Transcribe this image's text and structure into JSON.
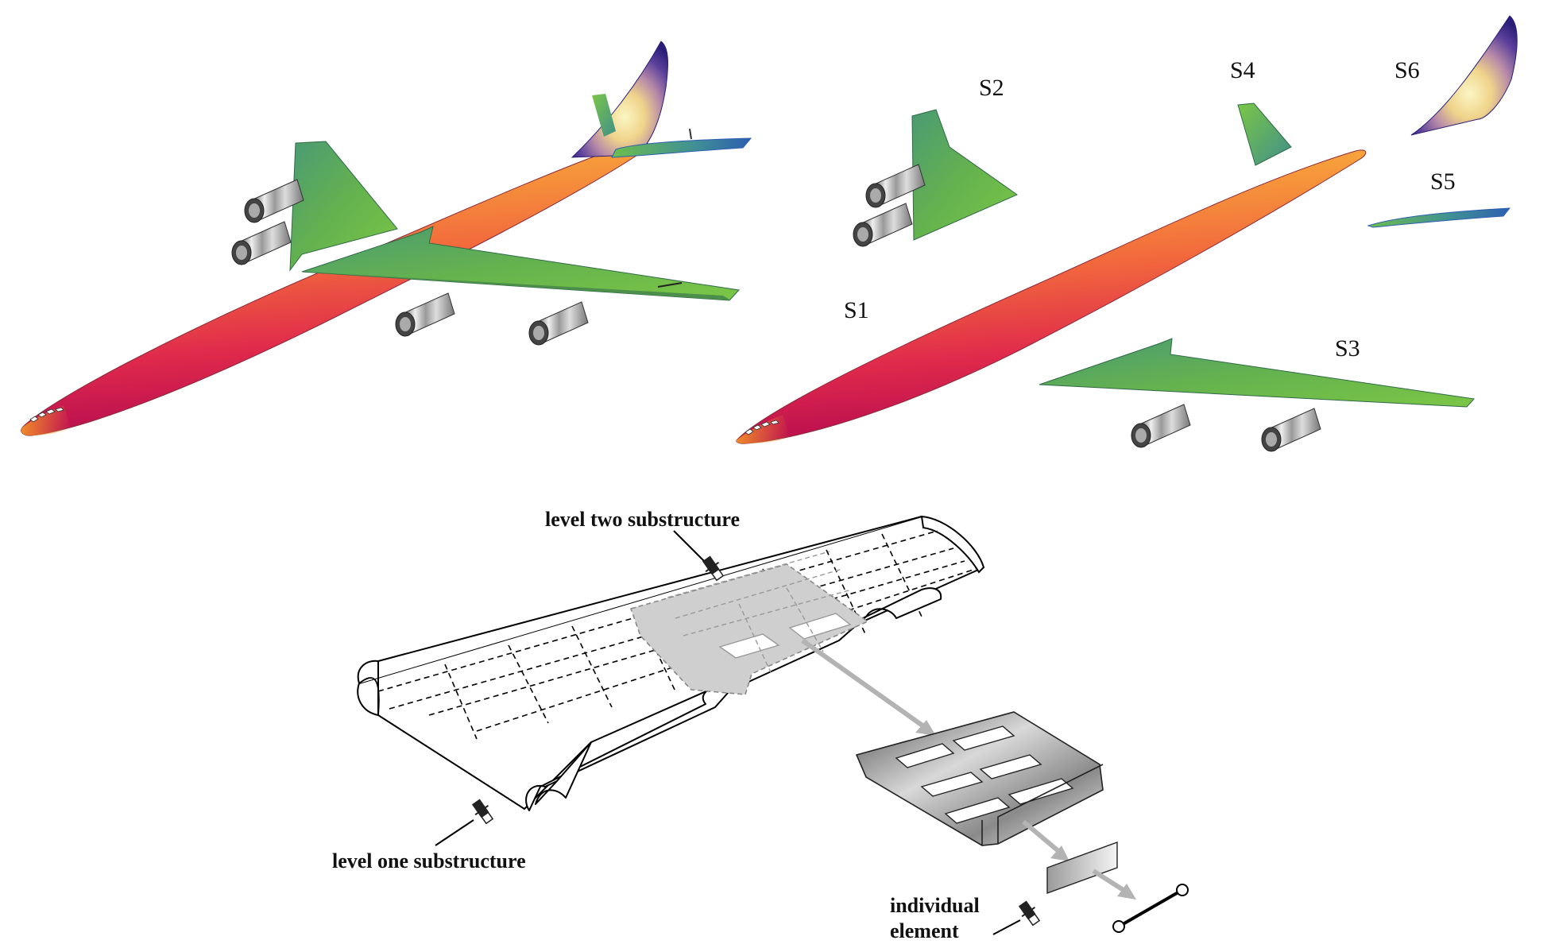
{
  "labels": {
    "s1": "S1",
    "s2": "S2",
    "s3": "S3",
    "s4": "S4",
    "s5": "S5",
    "s6": "S6",
    "level_two": "level two substructure",
    "level_one": "level one substructure",
    "individual_line1": "individual",
    "individual_line2": "element"
  },
  "colors": {
    "fuselage_light": "#f7b733",
    "fuselage_mid": "#f0504a",
    "fuselage_dark": "#c8104a",
    "wing_green": "#6cc04a",
    "wing_teal": "#3f9a8c",
    "tail_yellow": "#f3ec9c",
    "tail_purple": "#3a2a8a",
    "substructure_gray": "#c8c8c8",
    "arrow_gray": "#b3b3b3"
  },
  "icons": [
    "pen-icon-level-two",
    "pen-icon-level-one",
    "pen-icon-element"
  ]
}
